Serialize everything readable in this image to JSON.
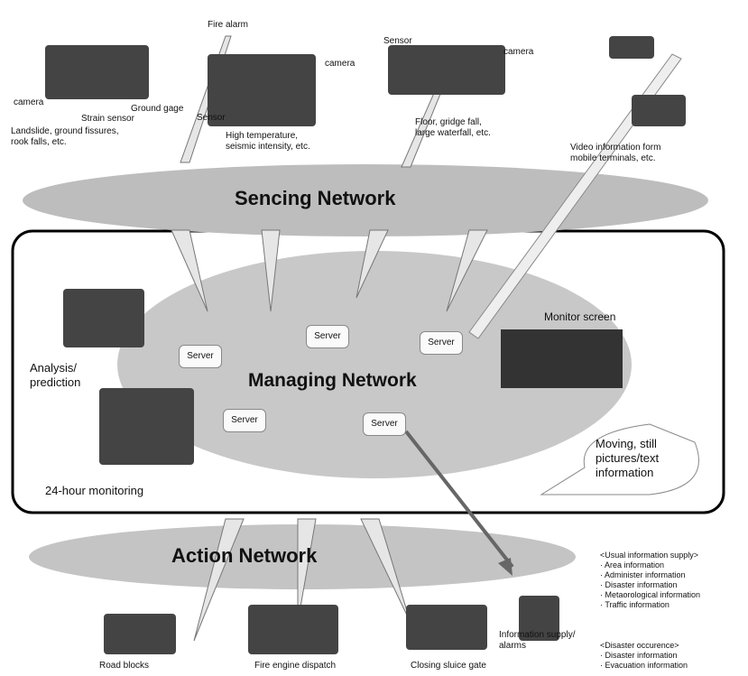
{
  "labels": {
    "fire_alarm": "Fire alarm",
    "camera1": "camera",
    "strain": "Strain sensor",
    "ground": "Ground gage",
    "landslide": "Landslide, ground fissures,\nrook falls, etc.",
    "sensor1": "Sensor",
    "hightemp": "High temperature,\nseismic intensity, etc.",
    "camera2": "camera",
    "sensor2": "Sensor",
    "camera3": "camera",
    "floor": "Floor, gridge fall,\nlarge waterfall, etc.",
    "video": "Video information form\nmobile terminals, etc.",
    "sencing": "Sencing  Network",
    "managing": "Managing  Network",
    "action": "Action  Network",
    "analysis": "Analysis/\nprediction",
    "monitoring": "24-hour monitoring",
    "monitor_screen": "Monitor screen",
    "server": "Server",
    "moving": "Moving, still\npictures/text\ninformation",
    "info_supply": "Information supply/\nalarms",
    "usual": "<Usual information supply>\n· Area information\n· Administer information\n· Disaster information\n· Metaorological information\n· Traffic information",
    "disaster": "<Disaster occurence>\n· Disaster information\n· Evacuation information",
    "road": "Road blocks",
    "fire_engine": "Fire engine dispatch",
    "sluice": "Closing sluice gate"
  }
}
